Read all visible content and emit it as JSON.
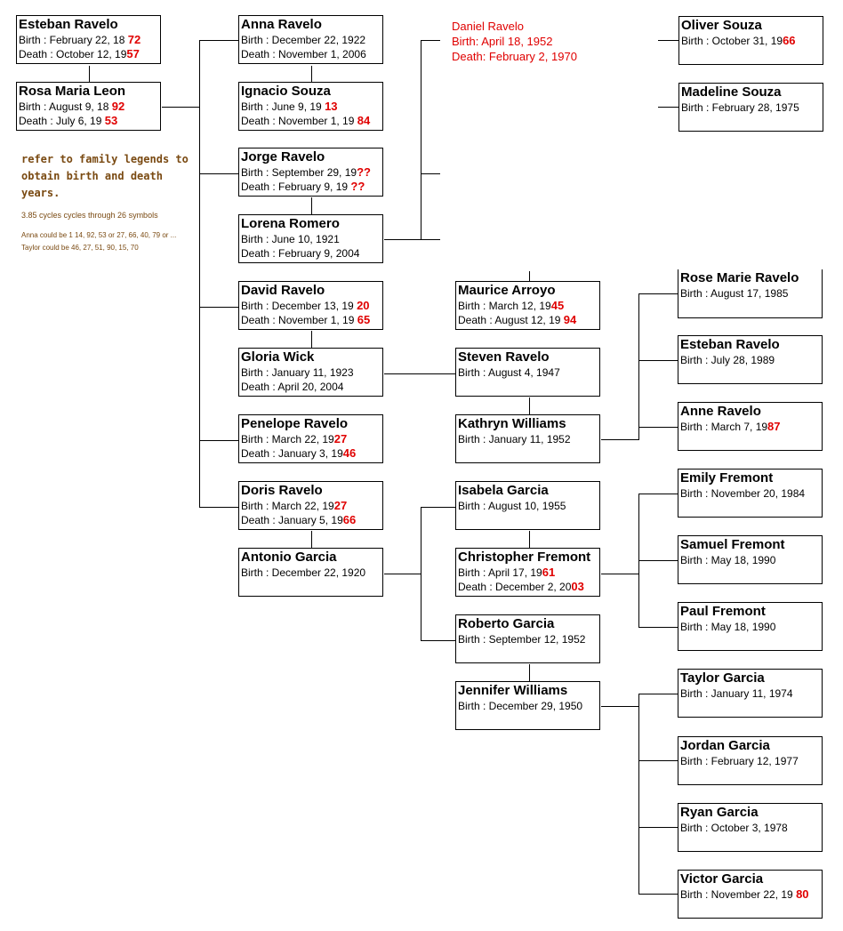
{
  "people": [
    {
      "name": "Esteban Ravelo",
      "lines": [
        [
          "Birth : February 22, 18 ",
          "72"
        ],
        [
          "Death : October 12, 19",
          "57"
        ]
      ]
    },
    {
      "name": "Rosa Maria Leon",
      "lines": [
        [
          "Birth : August 9, 18 ",
          "92"
        ],
        [
          "Death : July 6, 19 ",
          "53"
        ]
      ]
    },
    {
      "name": "Anna Ravelo",
      "lines": [
        [
          "Birth : December 22, 1922",
          ""
        ],
        [
          "Death : November 1, 2006",
          ""
        ]
      ]
    },
    {
      "name": "Ignacio Souza",
      "lines": [
        [
          "Birth : June 9, 19 ",
          "13"
        ],
        [
          "Death : November 1, 19 ",
          "84"
        ]
      ]
    },
    {
      "name": "Jorge Ravelo",
      "lines": [
        [
          "Birth : September 29, 19",
          "??"
        ],
        [
          "Death : February 9, 19 ",
          "??"
        ]
      ]
    },
    {
      "name": "Lorena Romero",
      "lines": [
        [
          "Birth : June 10, 1921",
          ""
        ],
        [
          "Death : February 9, 2004",
          ""
        ]
      ]
    },
    {
      "name": "David Ravelo",
      "lines": [
        [
          "Birth : December 13, 19 ",
          "20"
        ],
        [
          "Death : November 1, 19 ",
          "65"
        ]
      ]
    },
    {
      "name": "Gloria Wick",
      "lines": [
        [
          "Birth : January 11, 1923",
          ""
        ],
        [
          "Death : April 20, 2004",
          ""
        ]
      ]
    },
    {
      "name": "Penelope Ravelo",
      "lines": [
        [
          "Birth : March 22, 19",
          "27"
        ],
        [
          "Death : January 3, 19",
          "46"
        ]
      ]
    },
    {
      "name": "Doris Ravelo",
      "lines": [
        [
          "Birth : March 22, 19",
          "27"
        ],
        [
          "Death : January 5, 19",
          "66"
        ]
      ]
    },
    {
      "name": "Antonio Garcia",
      "lines": [
        [
          "Birth : December 22, 1920",
          ""
        ]
      ]
    },
    {
      "name": "Maurice Arroyo",
      "lines": [
        [
          "Birth : March 12, 19",
          "45"
        ],
        [
          "Death : August 12, 19 ",
          "94"
        ]
      ]
    },
    {
      "name": "Steven Ravelo",
      "lines": [
        [
          "Birth : August 4, 1947",
          ""
        ]
      ]
    },
    {
      "name": "Kathryn Williams",
      "lines": [
        [
          "Birth : January 11, 1952",
          ""
        ]
      ]
    },
    {
      "name": "Isabela Garcia",
      "lines": [
        [
          "Birth : August 10, 1955",
          ""
        ]
      ]
    },
    {
      "name": "Christopher Fremont",
      "lines": [
        [
          "Birth : April 17, 19",
          "61"
        ],
        [
          "Death : December 2, 20",
          "03"
        ]
      ]
    },
    {
      "name": "Roberto Garcia",
      "lines": [
        [
          "Birth : September 12, 1952",
          ""
        ]
      ]
    },
    {
      "name": "Jennifer Williams",
      "lines": [
        [
          "Birth : December 29, 1950",
          ""
        ]
      ]
    },
    {
      "name": "Oliver Souza",
      "lines": [
        [
          "Birth : October 31, 19",
          "66"
        ]
      ]
    },
    {
      "name": "Madeline Souza",
      "lines": [
        [
          "Birth : February 28, 1975",
          ""
        ]
      ]
    },
    {
      "name": "Rose Marie Ravelo",
      "lines": [
        [
          "Birth : August 17, 1985",
          ""
        ]
      ]
    },
    {
      "name": "Esteban Ravelo",
      "lines": [
        [
          "Birth : July 28, 1989",
          ""
        ]
      ]
    },
    {
      "name": "Anne Ravelo",
      "lines": [
        [
          "Birth : March 7, 19",
          "87"
        ]
      ]
    },
    {
      "name": "Emily Fremont",
      "lines": [
        [
          "Birth : November 20, 1984",
          ""
        ]
      ]
    },
    {
      "name": "Samuel Fremont",
      "lines": [
        [
          "Birth : May 18, 1990",
          ""
        ]
      ]
    },
    {
      "name": "Paul Fremont",
      "lines": [
        [
          "Birth : May 18, 1990",
          ""
        ]
      ]
    },
    {
      "name": "Taylor Garcia",
      "lines": [
        [
          "Birth : January 11, 1974",
          ""
        ]
      ]
    },
    {
      "name": "Jordan Garcia",
      "lines": [
        [
          "Birth : February 12, 1977",
          ""
        ]
      ]
    },
    {
      "name": "Ryan Garcia",
      "lines": [
        [
          "Birth : October 3, 1978",
          ""
        ]
      ]
    },
    {
      "name": "Victor Garcia",
      "lines": [
        [
          "Birth : November 22, 19  ",
          "80"
        ]
      ]
    }
  ],
  "daniel": {
    "name": "Daniel  Ravelo",
    "birth": "Birth: April 18, 1952",
    "death": "Death: February 2, 1970"
  },
  "notes": {
    "legend": "refer to family legends to obtain birth and death years.",
    "cycles": "3.85 cycles cycles through 26 symbols",
    "anna": "Anna could be 1 14, 92, 53 or 27, 66, 40, 79 or ...",
    "taylor": "Taylor could be  46, 27, 51, 90, 15, 70"
  },
  "colors": {
    "red": "#e00000",
    "note": "#7a4a12"
  }
}
